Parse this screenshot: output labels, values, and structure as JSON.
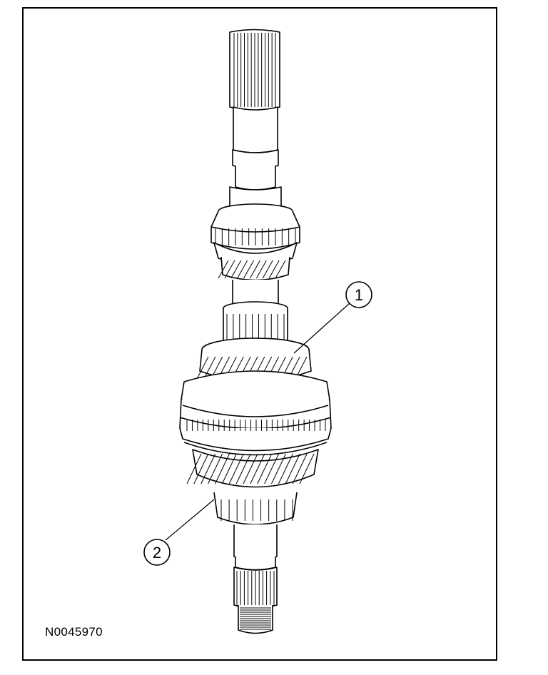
{
  "figure": {
    "id_label": "N0045970",
    "callouts": [
      {
        "number": "1"
      },
      {
        "number": "2"
      }
    ]
  },
  "colors": {
    "line": "#000000",
    "paper": "#ffffff"
  },
  "icons": {
    "shaft": "mainshaft-assembly-illustration"
  }
}
